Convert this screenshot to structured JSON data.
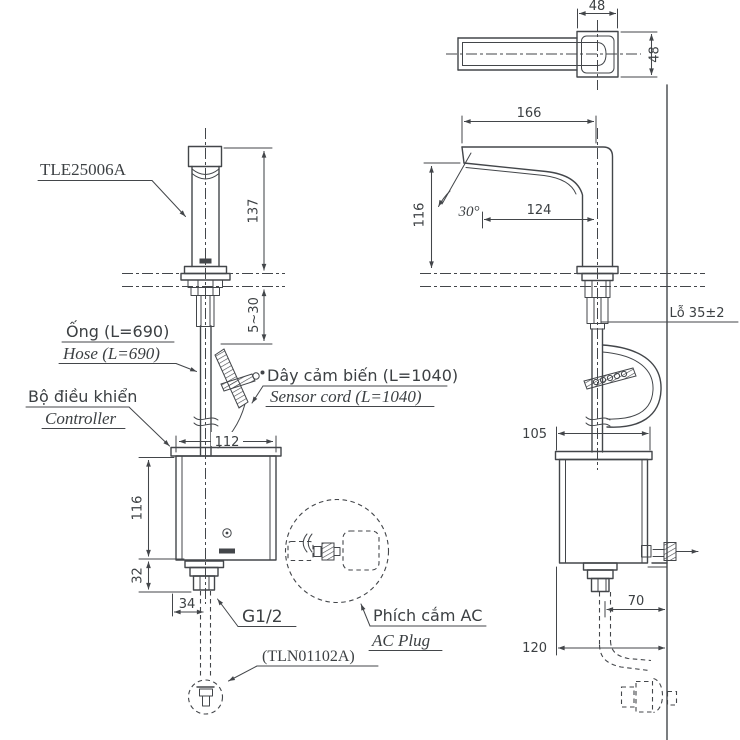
{
  "colors": {
    "line": "#43464a",
    "background": "#ffffff"
  },
  "product": {
    "faucet_model": "TLE25006A",
    "valve_model": "(TLN01102A)"
  },
  "labels": {
    "hose": {
      "vi": "Ống (L=690)",
      "en": "Hose (L=690)"
    },
    "controller": {
      "vi": "Bộ điều khiển",
      "en": "Controller"
    },
    "sensor_cord": {
      "vi": "Dây cảm biến (L=1040)",
      "en": "Sensor cord (L=1040)"
    },
    "ac_plug": {
      "vi": "Phích cắm AC",
      "en": "AC Plug"
    },
    "thread_size": "G1/2",
    "mounting_hole": "Lỗ 35±2"
  },
  "dimensions": {
    "front_view": {
      "spout_height": "137",
      "deck_thickness": "5~30",
      "controller_width": "112",
      "controller_height": "116",
      "fitting_height": "32",
      "hose_offset": "34"
    },
    "side_view": {
      "spout_reach": "166",
      "tip_height": "116",
      "sensor_angle": "30°",
      "tip_to_center": "124",
      "controller_depth": "105",
      "outlet_offset": "70",
      "wall_distance": "120"
    },
    "top_view": {
      "spout_width": "48",
      "base_size": "48"
    }
  }
}
